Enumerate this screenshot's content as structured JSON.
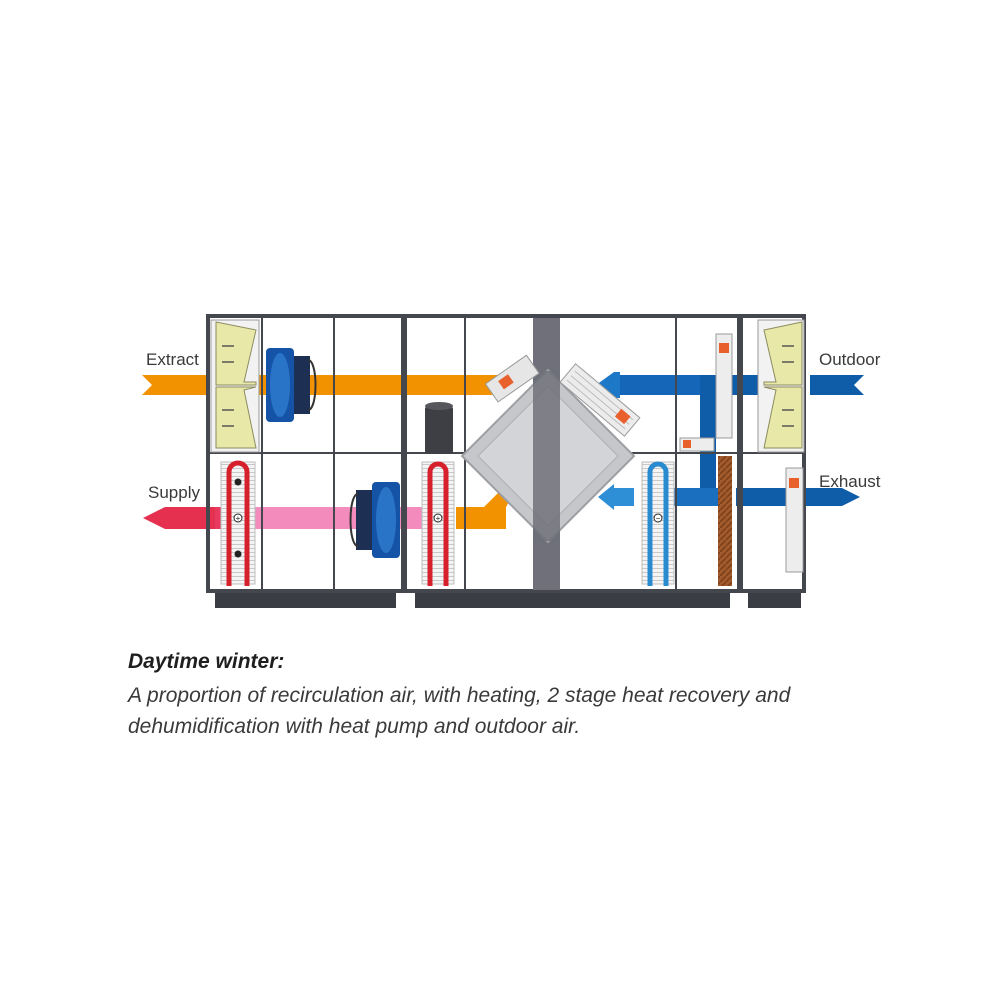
{
  "labels": {
    "extract": "Extract",
    "supply": "Supply",
    "outdoor": "Outdoor",
    "exhaust": "Exhaust"
  },
  "caption": {
    "title": "Daytime winter:",
    "body": "A proportion of recirculation air, with heating, 2 stage heat recovery and dehumidification with heat pump and outdoor air."
  },
  "colors": {
    "extract_air": "#f39200",
    "supply_air": "#e5304f",
    "supply_air_light": "#f48bbd",
    "outdoor_air": "#0f5ca8",
    "outdoor_air_light": "#2f8fd6",
    "frame": "#45474f",
    "filter": "#e8e8a8",
    "heating_coil": "#d6202c",
    "cooling_coil": "#2a8ad0",
    "fan": "#1553a6",
    "wetted_pad": "#a05a2c"
  },
  "icons": {
    "filters": "bag-filter-icon",
    "fans": "plug-fan-icon",
    "coils": "coil-icon",
    "exchanger": "plate-heat-exchanger-icon",
    "compressor": "compressor-icon",
    "dampers": "damper-icon"
  }
}
